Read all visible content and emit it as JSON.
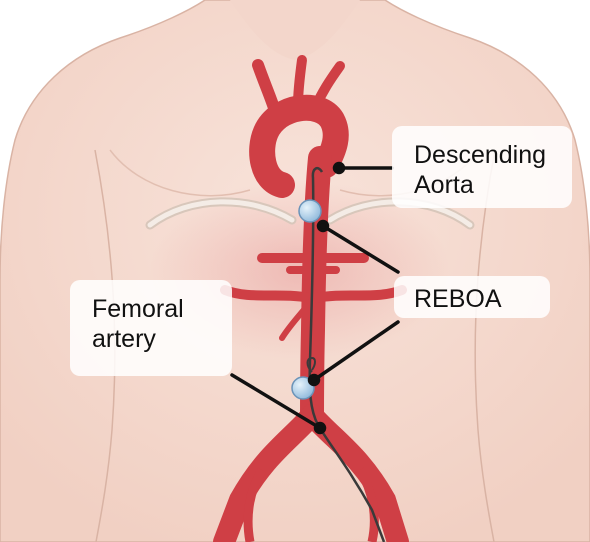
{
  "labels": {
    "descending_aorta": {
      "line1": "Descending",
      "line2": "Aorta"
    },
    "reboa": "REBOA",
    "femoral_artery": {
      "line1": "Femoral",
      "line2": "artery"
    }
  },
  "colors": {
    "skin": "#f6ddd3",
    "skin_shadow": "#ebc3b3",
    "artery": "#cf3f45",
    "artery_dark": "#a92a31",
    "catheter": "#3a3a3a",
    "balloon": "#a9cce8",
    "leader_line": "#111111"
  }
}
